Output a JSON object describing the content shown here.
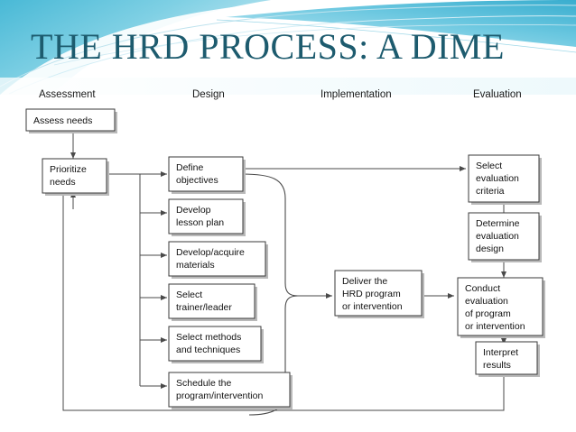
{
  "slide": {
    "title": "THE HRD PROCESS: A DIME",
    "title_color": "#1d5b6e",
    "background_color": "#ffffff",
    "accent_color": "#5bc6e0"
  },
  "diagram": {
    "type": "flowchart",
    "phase_labels": [
      {
        "id": "assessment",
        "label": "Assessment"
      },
      {
        "id": "design",
        "label": "Design"
      },
      {
        "id": "implementation",
        "label": "Implementation"
      },
      {
        "id": "evaluation",
        "label": "Evaluation"
      }
    ],
    "boxes": [
      {
        "id": "assess-needs",
        "phase": "assessment",
        "lines": [
          "Assess needs"
        ]
      },
      {
        "id": "prioritize-needs",
        "phase": "assessment",
        "lines": [
          "Prioritize",
          "needs"
        ]
      },
      {
        "id": "define-objectives",
        "phase": "design",
        "lines": [
          "Define",
          "objectives"
        ]
      },
      {
        "id": "develop-lesson-plan",
        "phase": "design",
        "lines": [
          "Develop",
          "lesson plan"
        ]
      },
      {
        "id": "develop-acquire-materials",
        "phase": "design",
        "lines": [
          "Develop/acquire",
          "materials"
        ]
      },
      {
        "id": "select-trainer-leader",
        "phase": "design",
        "lines": [
          "Select",
          "trainer/leader"
        ]
      },
      {
        "id": "select-methods-techniques",
        "phase": "design",
        "lines": [
          "Select methods",
          "and techniques"
        ]
      },
      {
        "id": "schedule-program",
        "phase": "design",
        "lines": [
          "Schedule the",
          "program/intervention"
        ]
      },
      {
        "id": "deliver-hrd-program",
        "phase": "implementation",
        "lines": [
          "Deliver the",
          "HRD program",
          "or intervention"
        ]
      },
      {
        "id": "select-evaluation-criteria",
        "phase": "evaluation",
        "lines": [
          "Select",
          "evaluation",
          "criteria"
        ]
      },
      {
        "id": "determine-evaluation-design",
        "phase": "evaluation",
        "lines": [
          "Determine",
          "evaluation",
          "design"
        ]
      },
      {
        "id": "conduct-evaluation",
        "phase": "evaluation",
        "lines": [
          "Conduct",
          "evaluation",
          "of program",
          "or intervention"
        ]
      },
      {
        "id": "interpret-results",
        "phase": "evaluation",
        "lines": [
          "Interpret",
          "results"
        ]
      }
    ],
    "connections": [
      {
        "from": "assess-needs",
        "to": "prioritize-needs"
      },
      {
        "from": "prioritize-needs",
        "to": "define-objectives"
      },
      {
        "from": "prioritize-needs",
        "to": "develop-lesson-plan"
      },
      {
        "from": "prioritize-needs",
        "to": "develop-acquire-materials"
      },
      {
        "from": "prioritize-needs",
        "to": "select-trainer-leader"
      },
      {
        "from": "prioritize-needs",
        "to": "select-methods-techniques"
      },
      {
        "from": "prioritize-needs",
        "to": "schedule-program"
      },
      {
        "from": "define-objectives",
        "to": "select-evaluation-criteria"
      },
      {
        "from": "design-group",
        "to": "deliver-hrd-program"
      },
      {
        "from": "deliver-hrd-program",
        "to": "conduct-evaluation"
      },
      {
        "from": "select-evaluation-criteria",
        "to": "determine-evaluation-design"
      },
      {
        "from": "determine-evaluation-design",
        "to": "conduct-evaluation"
      },
      {
        "from": "conduct-evaluation",
        "to": "interpret-results"
      },
      {
        "from": "interpret-results",
        "to": "prioritize-needs"
      }
    ]
  }
}
